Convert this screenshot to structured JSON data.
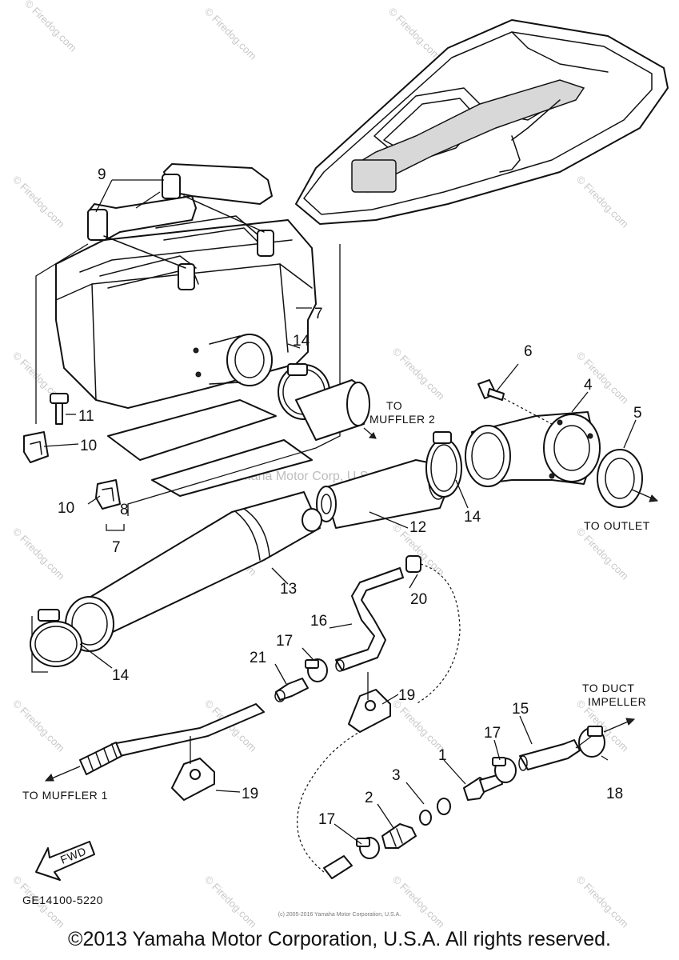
{
  "diagram": {
    "callouts": [
      {
        "id": "c1",
        "text": "1"
      },
      {
        "id": "c2",
        "text": "2"
      },
      {
        "id": "c3",
        "text": "3"
      },
      {
        "id": "c4",
        "text": "4"
      },
      {
        "id": "c5",
        "text": "5"
      },
      {
        "id": "c6",
        "text": "6"
      },
      {
        "id": "c7a",
        "text": "7"
      },
      {
        "id": "c7b",
        "text": "7"
      },
      {
        "id": "c8",
        "text": "8"
      },
      {
        "id": "c9",
        "text": "9"
      },
      {
        "id": "c10a",
        "text": "10"
      },
      {
        "id": "c10b",
        "text": "10"
      },
      {
        "id": "c11",
        "text": "11"
      },
      {
        "id": "c12",
        "text": "12"
      },
      {
        "id": "c13",
        "text": "13"
      },
      {
        "id": "c14a",
        "text": "14"
      },
      {
        "id": "c14b",
        "text": "14"
      },
      {
        "id": "c14c",
        "text": "14"
      },
      {
        "id": "c15",
        "text": "15"
      },
      {
        "id": "c16",
        "text": "16"
      },
      {
        "id": "c17a",
        "text": "17"
      },
      {
        "id": "c17b",
        "text": "17"
      },
      {
        "id": "c17c",
        "text": "17"
      },
      {
        "id": "c18",
        "text": "18"
      },
      {
        "id": "c19a",
        "text": "19"
      },
      {
        "id": "c19b",
        "text": "19"
      },
      {
        "id": "c20",
        "text": "20"
      },
      {
        "id": "c21",
        "text": "21"
      }
    ],
    "labels": {
      "to_muffler_2_line1": "TO",
      "to_muffler_2_line2": "MUFFLER 2",
      "to_outlet": "TO OUTLET",
      "to_duct_line1": "TO DUCT",
      "to_duct_line2": "IMPELLER",
      "to_muffler_1": "TO MUFFLER 1",
      "fwd": "FWD",
      "part_code": "GE14100-5220"
    },
    "watermark": {
      "site": "© Firedog.com",
      "center": "Yamaha Motor Corp, U.S.A."
    }
  },
  "footer": {
    "copyright": "©2013 Yamaha Motor Corporation, U.S.A. All rights reserved.",
    "credit": "(c) 2005-2016 Yamaha Motor Corporation, U.S.A."
  }
}
